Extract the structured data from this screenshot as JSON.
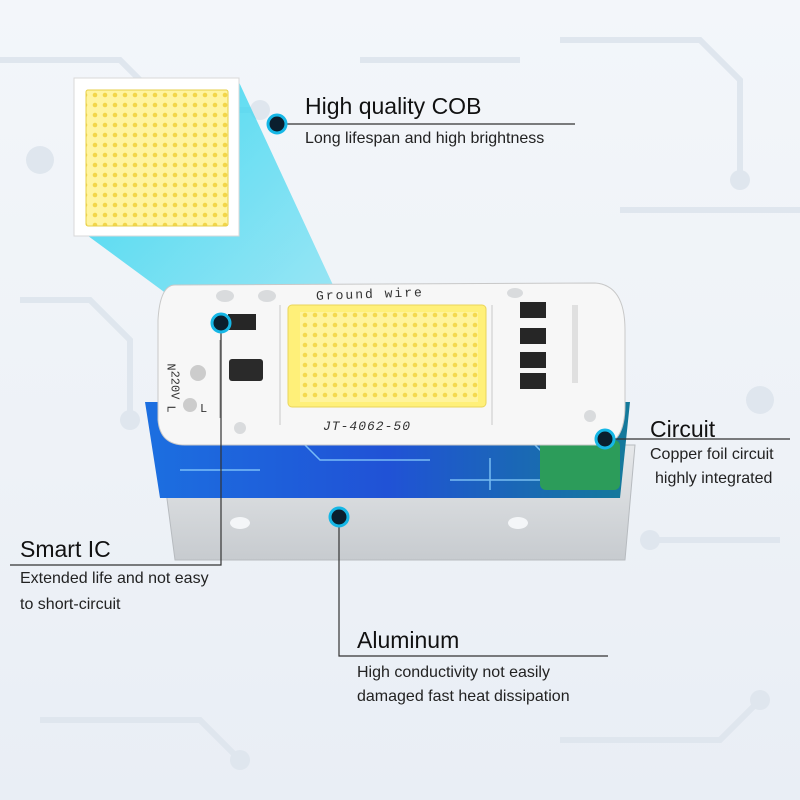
{
  "callouts": {
    "cob": {
      "title": "High quality COB",
      "desc": "Long lifespan and high brightness"
    },
    "circuit": {
      "title": "Circuit",
      "desc_line1": "Copper foil circuit",
      "desc_line2": "highly integrated"
    },
    "smart_ic": {
      "title": "Smart IC",
      "desc_line1": "Extended life and not easy",
      "desc_line2": "to short-circuit"
    },
    "aluminum": {
      "title": "Aluminum",
      "desc_line1": "High conductivity not easily",
      "desc_line2": "damaged fast heat dissipation"
    }
  },
  "board": {
    "top_label": "Ground wire",
    "model": "JT-4062-50",
    "voltage": "220V",
    "pin_n": "N",
    "pin_l1": "L",
    "pin_l2": "L"
  },
  "colors": {
    "marker_fill": "#0a1f2e",
    "marker_ring": "#16b7e6",
    "leader_line": "#333333",
    "led_yellow": "#fff07a",
    "pcb_blue": "#1e5fd6",
    "beam_cyan": "#39d6f0"
  }
}
